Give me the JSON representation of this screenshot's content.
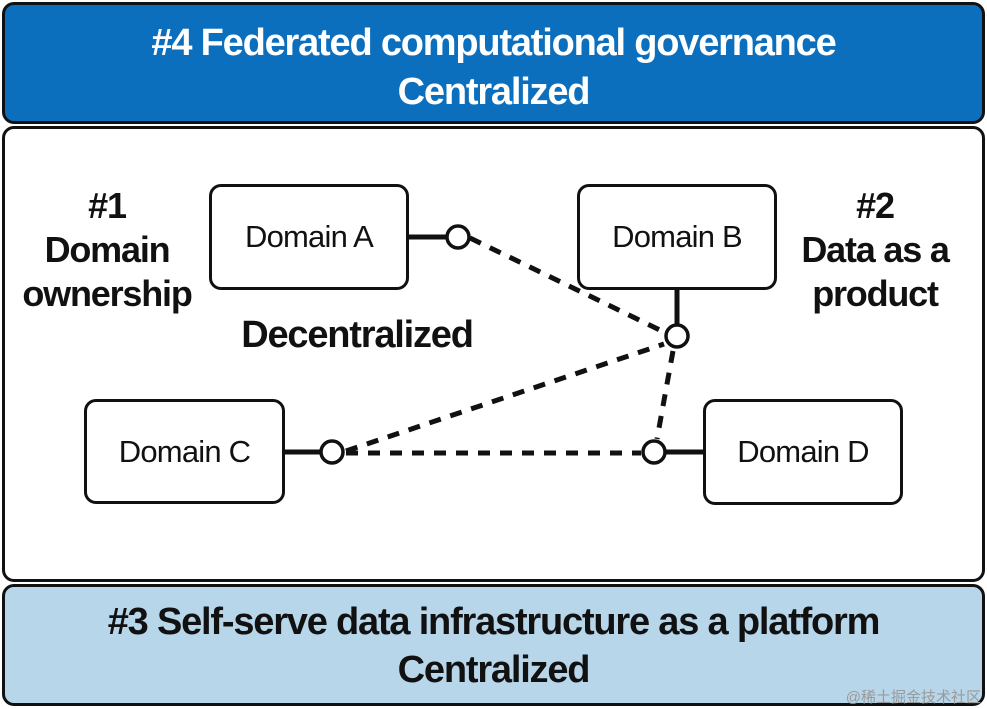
{
  "governance": {
    "title": "#4 Federated computational governance",
    "mode": "Centralized"
  },
  "infrastructure": {
    "title": "#3 Self-serve data infrastructure as a platform",
    "mode": "Centralized"
  },
  "center": {
    "mode": "Decentralized"
  },
  "pillars": {
    "ownership": {
      "number": "#1",
      "line1": "Domain",
      "line2": "ownership"
    },
    "product": {
      "number": "#2",
      "line1": "Data as a",
      "line2": "product"
    }
  },
  "domains": {
    "a": "Domain A",
    "b": "Domain B",
    "c": "Domain C",
    "d": "Domain D"
  },
  "watermark": "@稀土掘金技术社区",
  "colors": {
    "governance_band": "#0b6fbd",
    "infrastructure_band": "#b7d6ea",
    "outline": "#111111"
  }
}
